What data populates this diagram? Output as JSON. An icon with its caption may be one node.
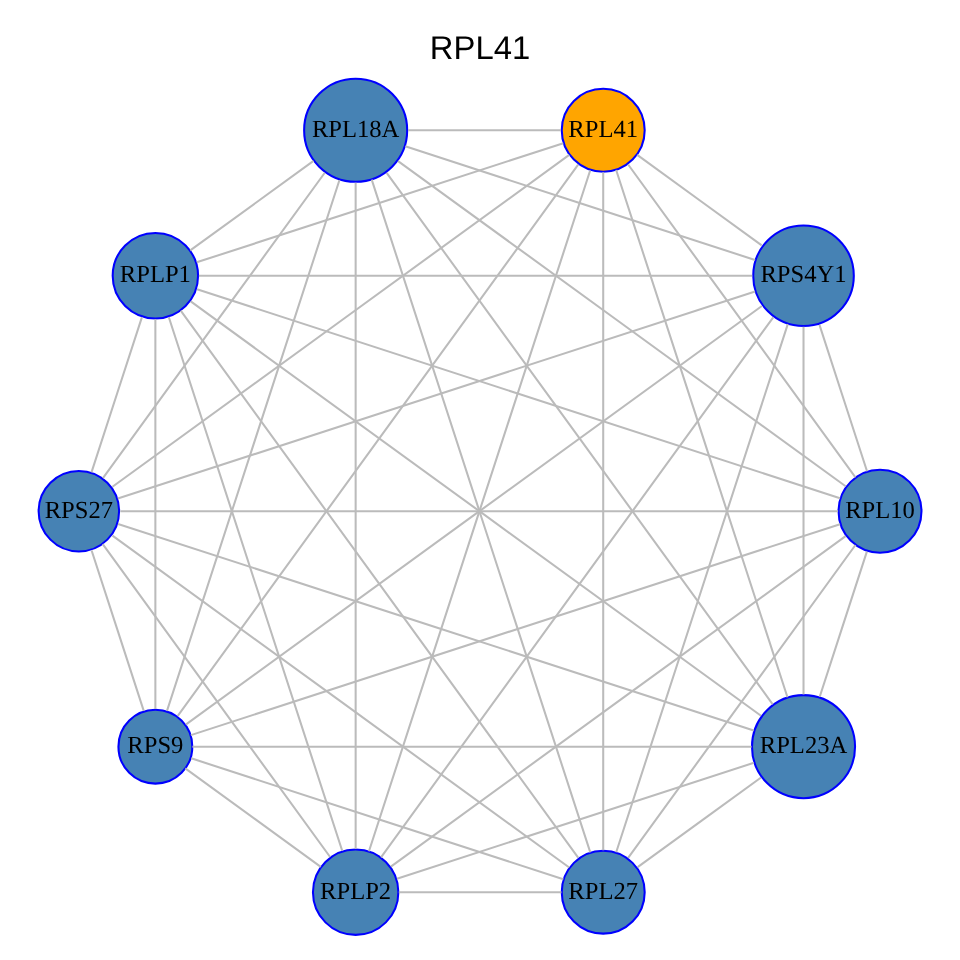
{
  "diagram": {
    "title": "RPL41",
    "nodes": [
      {
        "text": [
          "RPL23A"
        ]
      },
      {
        "text": [
          "RPL10"
        ]
      },
      {
        "text": [
          "RPLP2"
        ]
      },
      {
        "text": [
          "RPS9"
        ]
      },
      {
        "text": [
          "RPS27"
        ]
      },
      {
        "text": [
          "RPLP1"
        ]
      },
      {
        "text": [
          "RPL18A"
        ]
      },
      {
        "text": [
          "RPL41"
        ]
      },
      {
        "text": [
          "RPS4Y1"
        ]
      },
      {
        "text": [
          "RPL27"
        ]
      }
    ],
    "edges": [
      {
        "from": 0,
        "to": 1,
        "arrow": "none"
      },
      {
        "from": 0,
        "to": 2,
        "arrow": "none"
      },
      {
        "from": 0,
        "to": 3,
        "arrow": "none"
      },
      {
        "from": 0,
        "to": 4,
        "arrow": "none"
      },
      {
        "from": 0,
        "to": 5,
        "arrow": "none"
      },
      {
        "from": 0,
        "to": 6,
        "arrow": "none"
      },
      {
        "from": 0,
        "to": 7,
        "arrow": "none"
      },
      {
        "from": 0,
        "to": 8,
        "arrow": "none"
      },
      {
        "from": 0,
        "to": 9,
        "arrow": "none"
      },
      {
        "from": 1,
        "to": 2,
        "arrow": "none"
      },
      {
        "from": 1,
        "to": 3,
        "arrow": "none"
      },
      {
        "from": 1,
        "to": 4,
        "arrow": "none"
      },
      {
        "from": 1,
        "to": 5,
        "arrow": "none"
      },
      {
        "from": 1,
        "to": 6,
        "arrow": "none"
      },
      {
        "from": 1,
        "to": 7,
        "arrow": "none"
      },
      {
        "from": 1,
        "to": 8,
        "arrow": "none"
      },
      {
        "from": 1,
        "to": 9,
        "arrow": "none"
      },
      {
        "from": 2,
        "to": 3,
        "arrow": "none"
      },
      {
        "from": 2,
        "to": 4,
        "arrow": "none"
      },
      {
        "from": 2,
        "to": 5,
        "arrow": "none"
      },
      {
        "from": 2,
        "to": 6,
        "arrow": "none"
      },
      {
        "from": 2,
        "to": 7,
        "arrow": "none"
      },
      {
        "from": 2,
        "to": 8,
        "arrow": "none"
      },
      {
        "from": 2,
        "to": 9,
        "arrow": "none"
      },
      {
        "from": 3,
        "to": 4,
        "arrow": "none"
      },
      {
        "from": 3,
        "to": 5,
        "arrow": "none"
      },
      {
        "from": 3,
        "to": 6,
        "arrow": "none"
      },
      {
        "from": 3,
        "to": 7,
        "arrow": "none"
      },
      {
        "from": 3,
        "to": 8,
        "arrow": "none"
      },
      {
        "from": 3,
        "to": 9,
        "arrow": "none"
      },
      {
        "from": 4,
        "to": 5,
        "arrow": "none"
      },
      {
        "from": 4,
        "to": 6,
        "arrow": "none"
      },
      {
        "from": 4,
        "to": 7,
        "arrow": "none"
      },
      {
        "from": 4,
        "to": 8,
        "arrow": "none"
      },
      {
        "from": 4,
        "to": 9,
        "arrow": "none"
      },
      {
        "from": 5,
        "to": 6,
        "arrow": "none"
      },
      {
        "from": 5,
        "to": 7,
        "arrow": "none"
      },
      {
        "from": 5,
        "to": 8,
        "arrow": "none"
      },
      {
        "from": 5,
        "to": 9,
        "arrow": "none"
      },
      {
        "from": 6,
        "to": 7,
        "arrow": "none"
      },
      {
        "from": 6,
        "to": 8,
        "arrow": "none"
      },
      {
        "from": 6,
        "to": 9,
        "arrow": "none"
      },
      {
        "from": 7,
        "to": 8,
        "arrow": "none"
      },
      {
        "from": 7,
        "to": 9,
        "arrow": "none"
      },
      {
        "from": 8,
        "to": 9,
        "arrow": "none"
      }
    ]
  }
}
